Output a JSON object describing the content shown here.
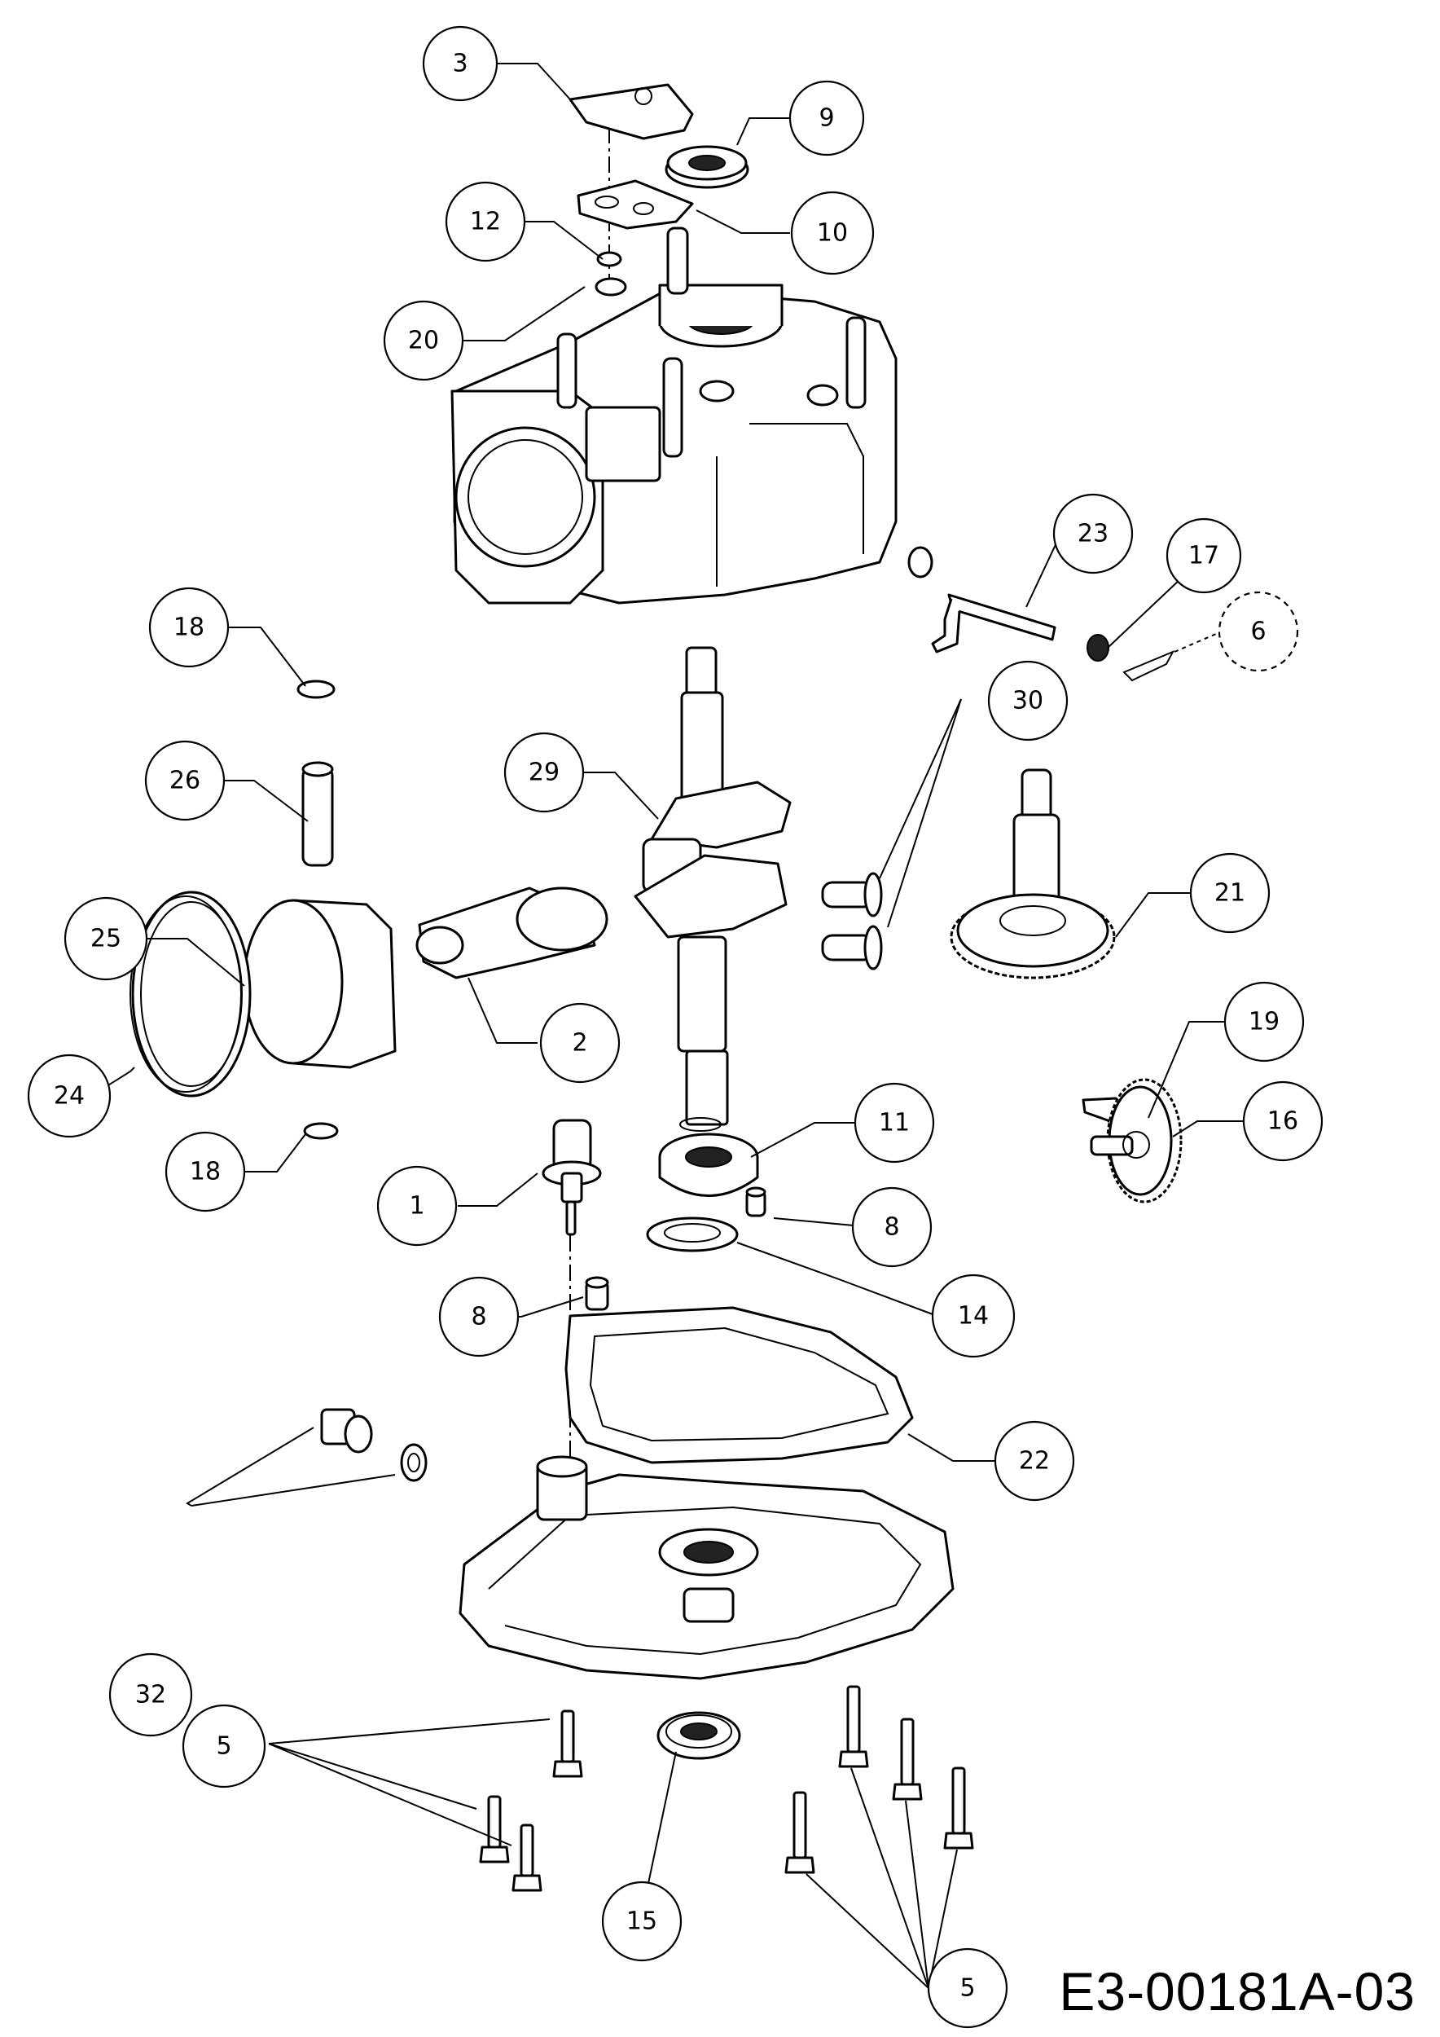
{
  "drawing_code": "E3-00181A-03",
  "callouts": [
    {
      "id": "c3",
      "label": "3"
    },
    {
      "id": "c9",
      "label": "9"
    },
    {
      "id": "c10",
      "label": "10"
    },
    {
      "id": "c12",
      "label": "12"
    },
    {
      "id": "c20",
      "label": "20"
    },
    {
      "id": "c23",
      "label": "23"
    },
    {
      "id": "c17",
      "label": "17"
    },
    {
      "id": "c6",
      "label": "6"
    },
    {
      "id": "c18a",
      "label": "18"
    },
    {
      "id": "c30",
      "label": "30"
    },
    {
      "id": "c29",
      "label": "29"
    },
    {
      "id": "c26",
      "label": "26"
    },
    {
      "id": "c21",
      "label": "21"
    },
    {
      "id": "c25",
      "label": "25"
    },
    {
      "id": "c2",
      "label": "2"
    },
    {
      "id": "c19",
      "label": "19"
    },
    {
      "id": "c24",
      "label": "24"
    },
    {
      "id": "c11",
      "label": "11"
    },
    {
      "id": "c16",
      "label": "16"
    },
    {
      "id": "c18b",
      "label": "18"
    },
    {
      "id": "c1",
      "label": "1"
    },
    {
      "id": "c8a",
      "label": "8"
    },
    {
      "id": "c8b",
      "label": "8"
    },
    {
      "id": "c14",
      "label": "14"
    },
    {
      "id": "c22",
      "label": "22"
    },
    {
      "id": "c32",
      "label": "32"
    },
    {
      "id": "c5a",
      "label": "5"
    },
    {
      "id": "c15",
      "label": "15"
    },
    {
      "id": "c5b",
      "label": "5"
    }
  ]
}
